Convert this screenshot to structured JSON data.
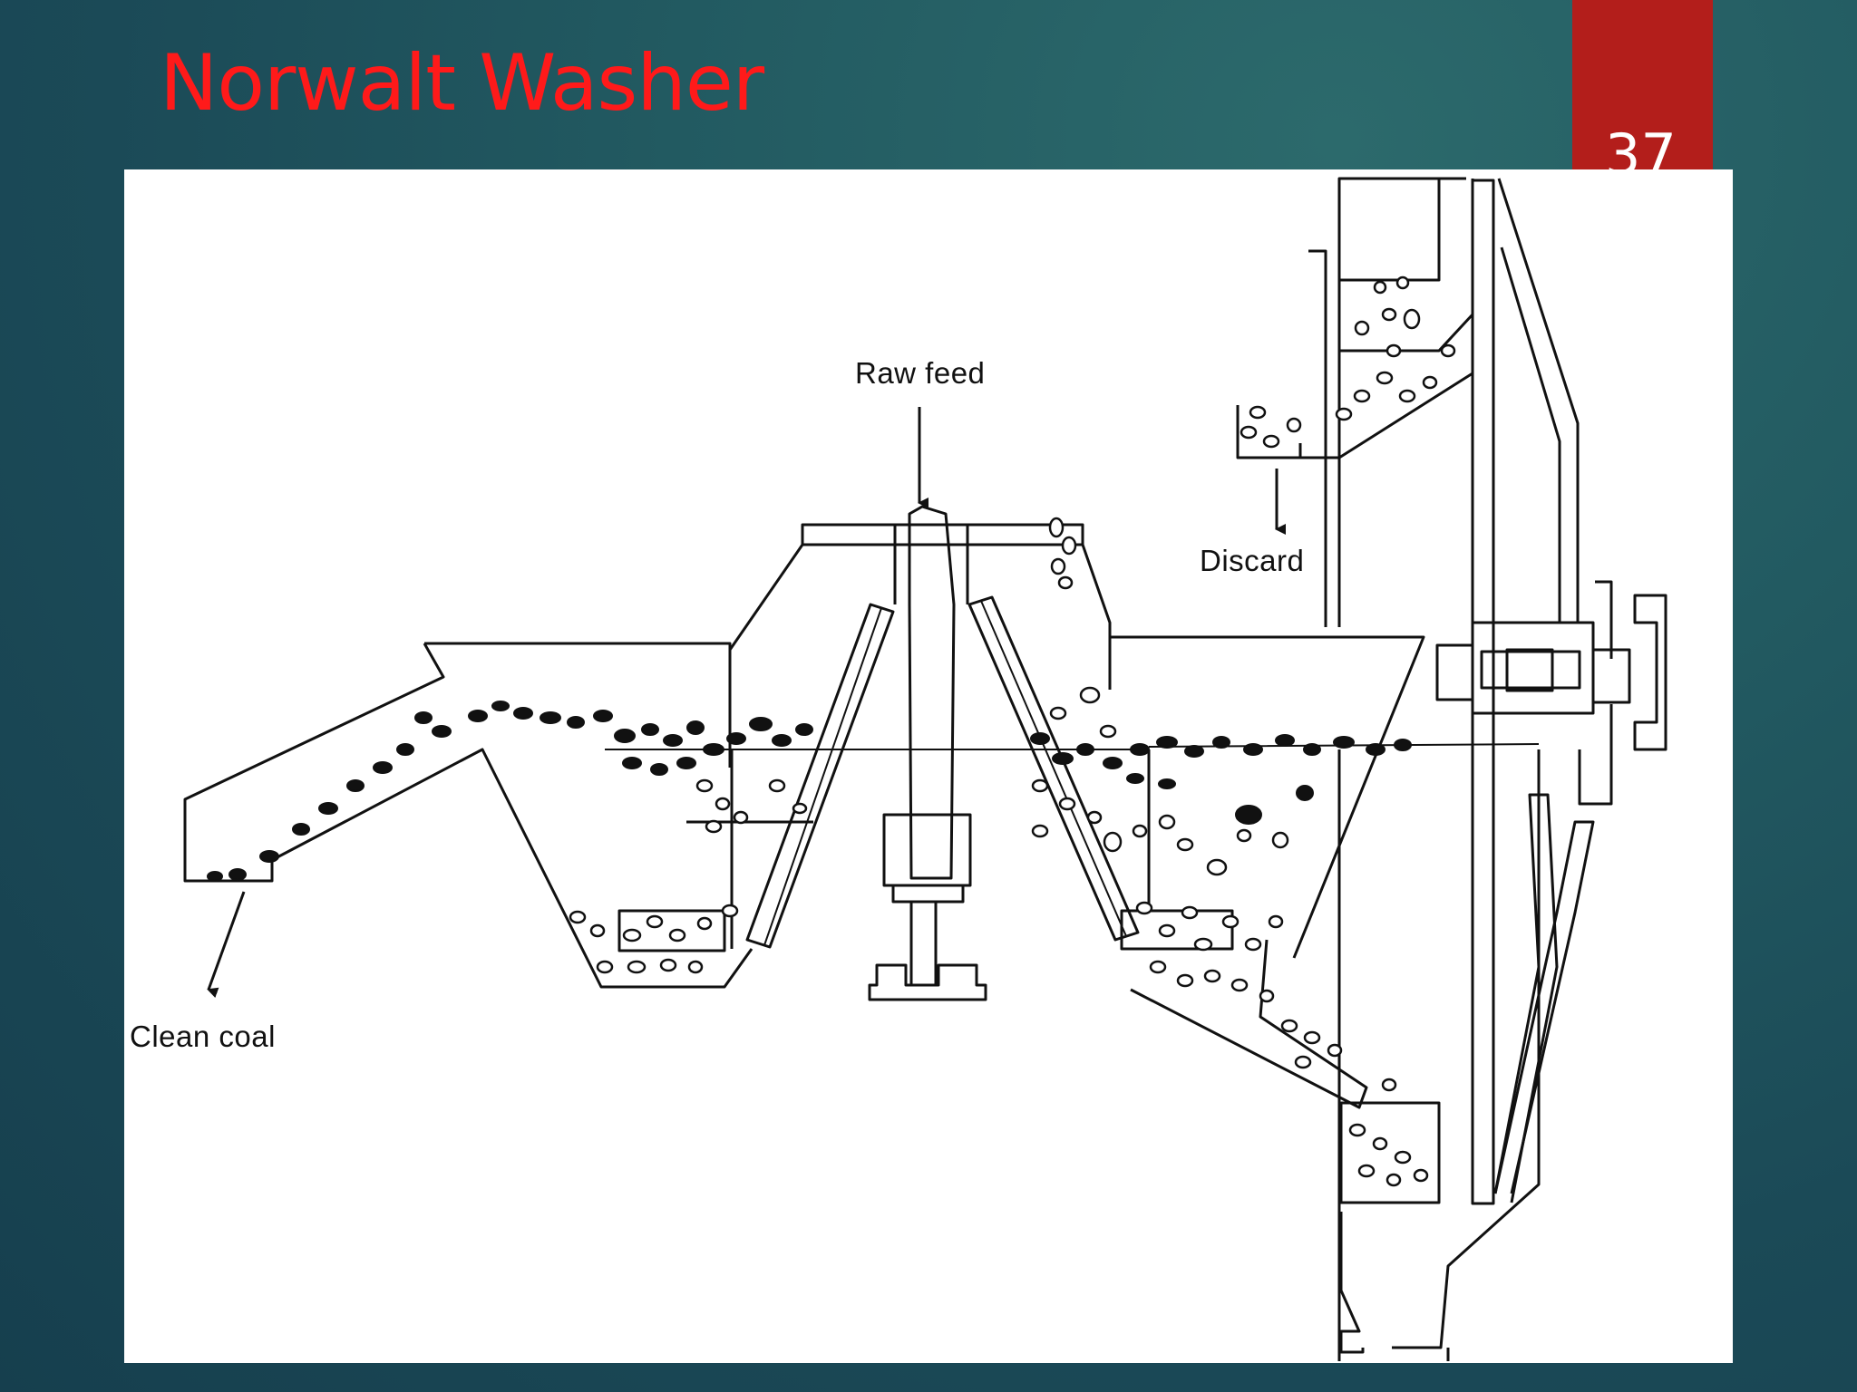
{
  "slide": {
    "title": "Norwalt Washer",
    "page_number": "37"
  },
  "diagram": {
    "labels": {
      "raw_feed": "Raw feed",
      "discard": "Discard",
      "clean_coal": "Clean coal"
    }
  },
  "colors": {
    "title": "#ff1a1a",
    "page_tab": "#b31e1b",
    "background": "#1f5560"
  }
}
